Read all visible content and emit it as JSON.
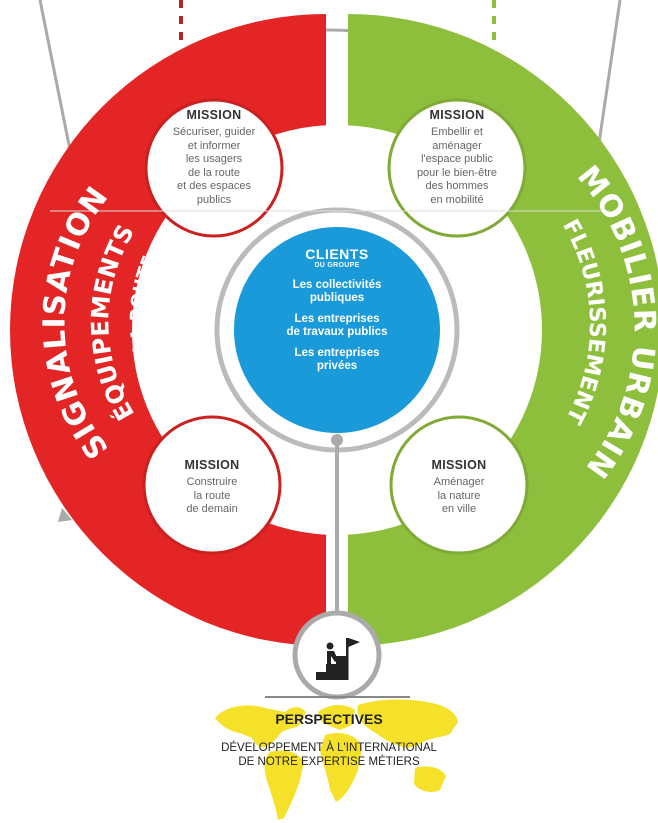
{
  "left_segment": {
    "line1": "SIGNALISATION",
    "line2": "ÉQUIPEMENTS",
    "line3": "DE LA ROUTE",
    "color": "#e42526"
  },
  "right_segment": {
    "line1": "MOBILIER URBAIN",
    "line2": "FLEURISSEMENT",
    "color": "#8dbf3c"
  },
  "missions": [
    {
      "title": "MISSION",
      "text": "Sécuriser, guider\net informer\nles usagers\nde la route\net des espaces\npublics"
    },
    {
      "title": "MISSION",
      "text": "Embellir et\naménager\nl'espace public\npour le bien-être\ndes hommes\nen mobilité"
    },
    {
      "title": "MISSION",
      "text": "Construire\nla route\nde demain"
    },
    {
      "title": "MISSION",
      "text": "Aménager\nla nature\nen ville"
    }
  ],
  "clients": {
    "title": "CLIENTS",
    "subtitle": "DU GROUPE",
    "items": [
      "Les collectivités\npubliques",
      "Les entreprises\nde travaux publics",
      "Les entreprises\nprivées"
    ],
    "color": "#1a9ad9"
  },
  "perspectives": {
    "icon": "climber-flag-icon",
    "title": "PERSPECTIVES",
    "text_line1": "DÉVELOPPEMENT À L'INTERNATIONAL",
    "text_line2": "DE NOTRE EXPERTISE MÉTIERS",
    "map_color": "#f5e12a"
  }
}
